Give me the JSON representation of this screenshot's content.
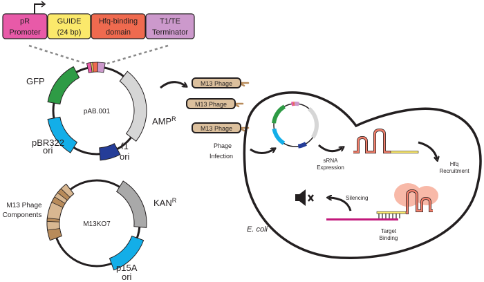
{
  "construct": {
    "segments": [
      {
        "line1": "pR",
        "line2": "Promoter",
        "color": "#e85aa8"
      },
      {
        "line1": "GUIDE",
        "line2": "(24 bp)",
        "color": "#fbe96b"
      },
      {
        "line1": "Hfq-binding",
        "line2": "domain",
        "color": "#ef6a4f"
      },
      {
        "line1": "T1/TE",
        "line2": "Terminator",
        "color": "#cc99cc"
      }
    ]
  },
  "plasmid1": {
    "name": "pAB.001",
    "labels": {
      "gfp": "GFP",
      "amp": "AMP",
      "amp_sup": "R",
      "pbr_1": "pBR322",
      "pbr_2": "ori",
      "f1_1": "f1",
      "f1_2": "ori"
    },
    "colors": {
      "gfp": "#2e9b45",
      "amp": "#d6d6d6",
      "pbr": "#13aee8",
      "f1": "#253d98"
    }
  },
  "plasmid2": {
    "name": "M13KO7",
    "labels": {
      "m13_1": "M13 Phage",
      "m13_2": "Components",
      "kan": "KAN",
      "kan_sup": "R",
      "p15a_1": "p15A",
      "p15a_2": "ori"
    },
    "colors": {
      "m13_light": "#d8b791",
      "m13_dark": "#b88b5a",
      "kan": "#a9a9a9",
      "p15a": "#13aee8"
    }
  },
  "phages": {
    "label": "M13 Phage",
    "count": 3,
    "color": "#dcc09d"
  },
  "steps": {
    "infection_1": "Phage",
    "infection_2": "Infection",
    "srna_1": "sRNA",
    "srna_2": "Expression",
    "hfq_1": "Hfq",
    "hfq_2": "Recruitment",
    "silencing": "Silencing",
    "target_1": "Target",
    "target_2": "Binding"
  },
  "cell": {
    "label": "E. coli"
  },
  "colors": {
    "rna": "#f2806c",
    "guide": "#fbe96b",
    "mrna": "#c2187b",
    "hfq": "#f8b9a8",
    "outline": "#231f20"
  }
}
